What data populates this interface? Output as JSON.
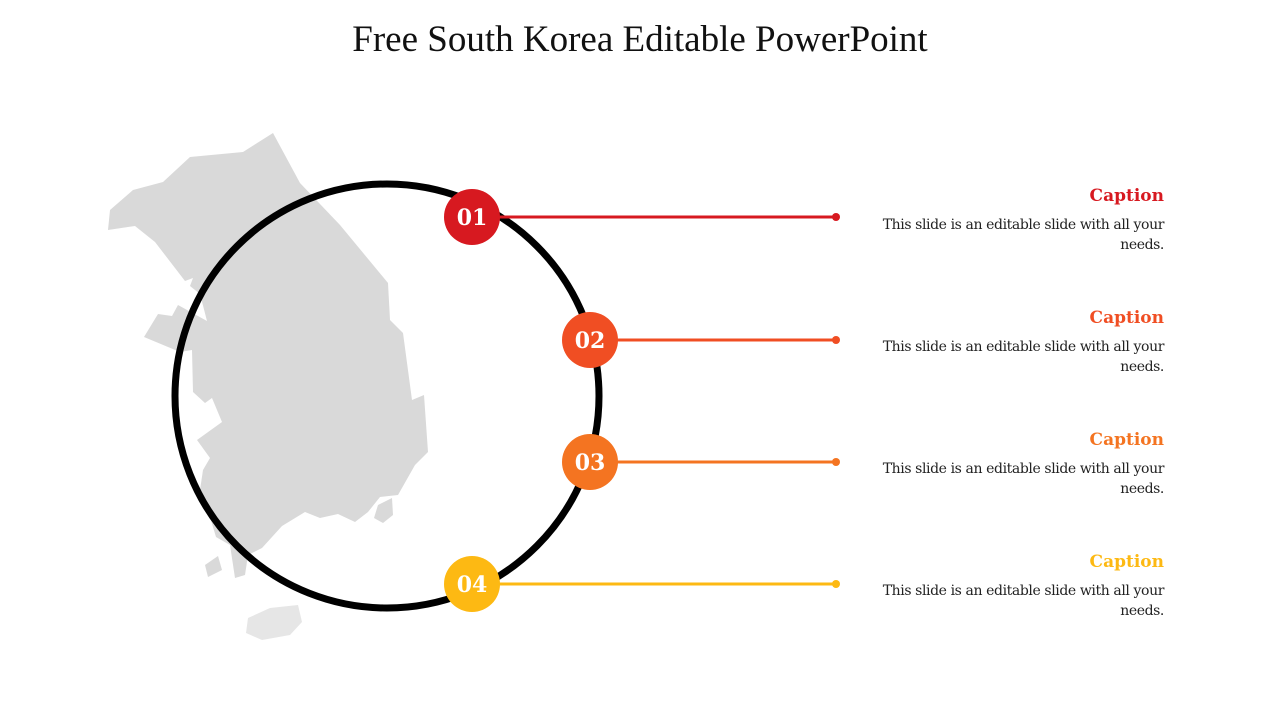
{
  "title": "Free South Korea Editable PowerPoint",
  "map_color": "#d9d9d9",
  "items": [
    {
      "number": "01",
      "color": "#d71920",
      "caption": "Caption",
      "text": "This slide is an editable slide with all your needs."
    },
    {
      "number": "02",
      "color": "#f04e23",
      "caption": "Caption",
      "text": "This slide is an editable slide with all your needs."
    },
    {
      "number": "03",
      "color": "#f47421",
      "caption": "Caption",
      "text": "This slide is an editable slide with all your needs."
    },
    {
      "number": "04",
      "color": "#fdb913",
      "caption": "Caption",
      "text": "This slide is an editable slide with all your needs."
    }
  ]
}
